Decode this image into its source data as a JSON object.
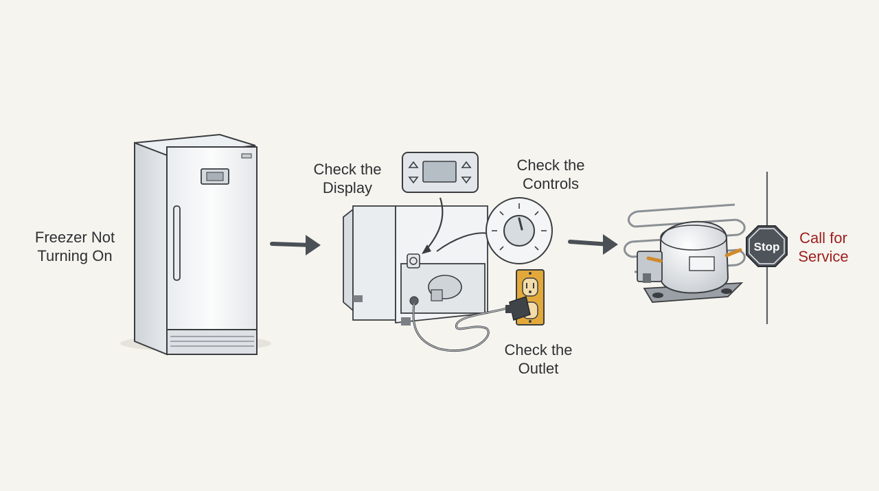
{
  "steps": {
    "start": {
      "line1": "Freezer Not",
      "line2": "Turning On"
    },
    "display": {
      "line1": "Check the",
      "line2": "Display"
    },
    "controls": {
      "line1": "Check the",
      "line2": "Controls"
    },
    "outlet": {
      "line1": "Check the",
      "line2": "Outlet"
    },
    "service": {
      "line1": "Call for",
      "line2": "Service"
    }
  },
  "stop_sign": {
    "label": "Stop"
  },
  "colors": {
    "ink": "#3a3d40",
    "stop_red": "#9c1f1f",
    "stop_sign": "#4e545a",
    "outlet_plate": "#e2a93a",
    "background": "#f6f4ee"
  },
  "icons": [
    "freezer-icon",
    "freezer-base-icon",
    "display-panel-icon",
    "control-dial-icon",
    "power-outlet-icon",
    "power-plug-icon",
    "compressor-icon",
    "stop-sign-icon",
    "arrow-icon"
  ]
}
